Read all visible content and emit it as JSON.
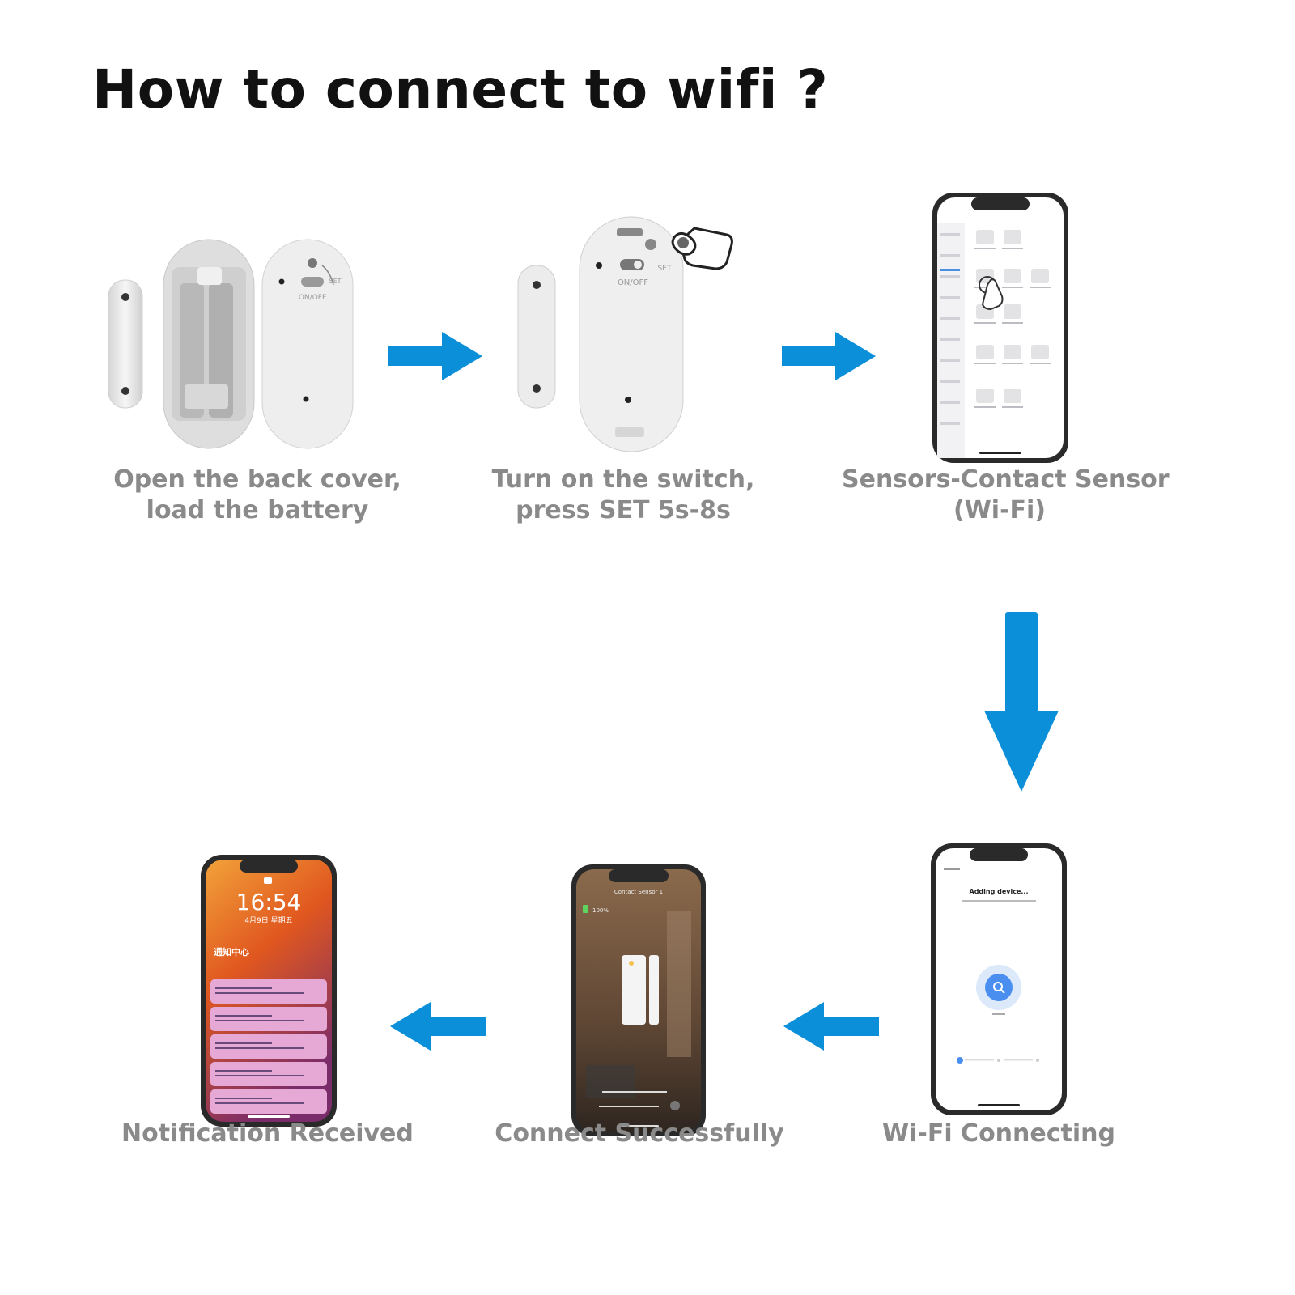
{
  "title": "How to connect to wifi ?",
  "accent_color": "#0a8fd8",
  "steps": [
    {
      "caption_line1": "Open the back cover,",
      "caption_line2": "load the battery",
      "device_labels": {
        "switch": "ON/OFF",
        "set": "SET"
      }
    },
    {
      "caption_line1": "Turn on the switch,",
      "caption_line2": "press SET 5s-8s",
      "device_labels": {
        "switch": "ON/OFF",
        "set": "SET"
      }
    },
    {
      "caption_line1": "Sensors-Contact Sensor",
      "caption_line2": "(Wi-Fi)"
    },
    {
      "caption_line1": "Wi-Fi Connecting",
      "screen_heading": "Adding device..."
    },
    {
      "caption_line1": "Connect Successfully",
      "screen_heading": "Contact Sensor 1",
      "battery_text": "100%"
    },
    {
      "caption_line1": "Notification Received",
      "clock_time": "16:54",
      "clock_date": "4月9日 星期五",
      "notif_center": "通知中心"
    }
  ]
}
